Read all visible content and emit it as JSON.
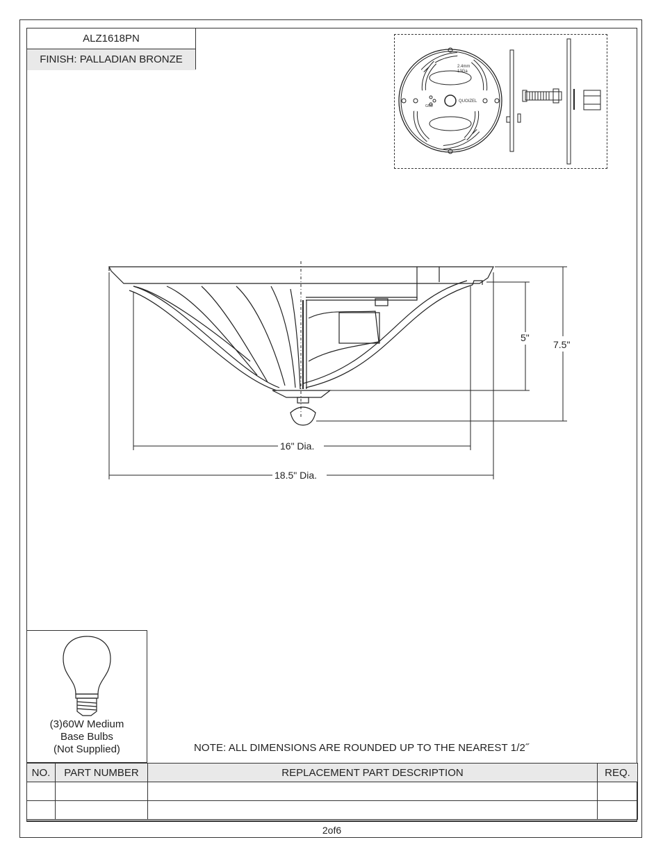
{
  "header": {
    "model": "ALZ1618PN",
    "finish": "FINISH: PALLADIAN BRONZE"
  },
  "hardware": {
    "plate_gauge_top": "2.4mm",
    "plate_gauge_bottom": "13Ga",
    "ground_label": "GND",
    "brand_label": "QUOIZEL"
  },
  "drawing": {
    "dim_height_glass": "5\"",
    "dim_height_total": "7.5\"",
    "dim_glass_dia": "16\" Dia.",
    "dim_total_dia": "18.5\" Dia."
  },
  "bulb": {
    "line1": "(3)60W Medium",
    "line2": "Base Bulbs",
    "line3": "(Not Supplied)"
  },
  "note": "NOTE:  ALL DIMENSIONS ARE ROUNDED UP TO THE NEAREST  1/2˝",
  "parts_table": {
    "headers": [
      "NO.",
      "PART NUMBER",
      "REPLACEMENT PART DESCRIPTION",
      "REQ."
    ],
    "rows": [
      [
        "",
        "",
        "",
        ""
      ],
      [
        "",
        "",
        "",
        ""
      ]
    ]
  },
  "footer": {
    "page": "2of6"
  },
  "icons": [
    "mounting-plate-icon",
    "light-bulb-icon"
  ]
}
